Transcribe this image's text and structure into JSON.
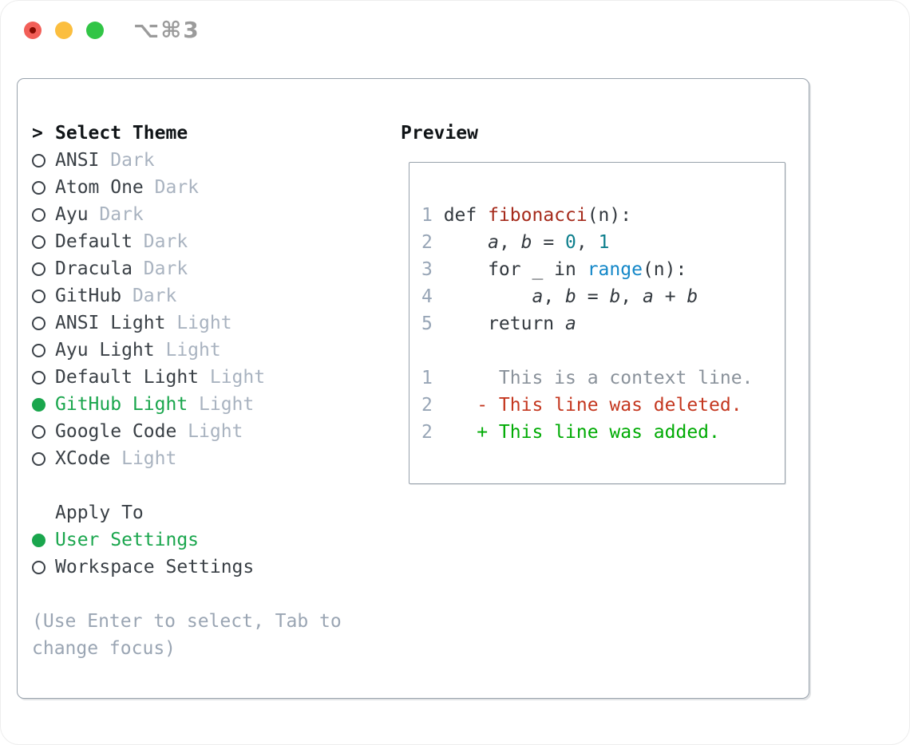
{
  "window": {
    "shortcut": "⌥⌘3",
    "traffic_lights": [
      "close",
      "minimize",
      "zoom"
    ]
  },
  "theme_panel": {
    "title_prefix": ">",
    "title": "Select Theme",
    "items": [
      {
        "name": "ANSI",
        "variant": "Dark",
        "selected": false
      },
      {
        "name": "Atom One",
        "variant": "Dark",
        "selected": false
      },
      {
        "name": "Ayu",
        "variant": "Dark",
        "selected": false
      },
      {
        "name": "Default",
        "variant": "Dark",
        "selected": false
      },
      {
        "name": "Dracula",
        "variant": "Dark",
        "selected": false
      },
      {
        "name": "GitHub",
        "variant": "Dark",
        "selected": false
      },
      {
        "name": "ANSI Light",
        "variant": "Light",
        "selected": false
      },
      {
        "name": "Ayu Light",
        "variant": "Light",
        "selected": false
      },
      {
        "name": "Default Light",
        "variant": "Light",
        "selected": false
      },
      {
        "name": "GitHub Light",
        "variant": "Light",
        "selected": true
      },
      {
        "name": "Google Code",
        "variant": "Light",
        "selected": false
      },
      {
        "name": "XCode",
        "variant": "Light",
        "selected": false
      }
    ]
  },
  "apply_to": {
    "title": "Apply To",
    "options": [
      {
        "label": "User Settings",
        "selected": true
      },
      {
        "label": "Workspace Settings",
        "selected": false
      }
    ]
  },
  "hint": "(Use Enter to select, Tab to change focus)",
  "preview": {
    "title": "Preview",
    "code_lines": [
      {
        "num": "1",
        "segments": [
          {
            "text": "def ",
            "kind": "plain"
          },
          {
            "text": "fibonacci",
            "kind": "function"
          },
          {
            "text": "(n):",
            "kind": "plain"
          }
        ]
      },
      {
        "num": "2",
        "segments": [
          {
            "text": "    ",
            "kind": "plain"
          },
          {
            "text": "a",
            "kind": "variable"
          },
          {
            "text": ", ",
            "kind": "plain"
          },
          {
            "text": "b",
            "kind": "variable"
          },
          {
            "text": " = ",
            "kind": "plain"
          },
          {
            "text": "0",
            "kind": "number"
          },
          {
            "text": ", ",
            "kind": "plain"
          },
          {
            "text": "1",
            "kind": "number"
          }
        ]
      },
      {
        "num": "3",
        "segments": [
          {
            "text": "    for _ in ",
            "kind": "plain"
          },
          {
            "text": "range",
            "kind": "builtin"
          },
          {
            "text": "(n):",
            "kind": "plain"
          }
        ]
      },
      {
        "num": "4",
        "segments": [
          {
            "text": "        ",
            "kind": "plain"
          },
          {
            "text": "a",
            "kind": "variable"
          },
          {
            "text": ", ",
            "kind": "plain"
          },
          {
            "text": "b",
            "kind": "variable"
          },
          {
            "text": " = ",
            "kind": "plain"
          },
          {
            "text": "b",
            "kind": "variable"
          },
          {
            "text": ", ",
            "kind": "plain"
          },
          {
            "text": "a",
            "kind": "variable"
          },
          {
            "text": " + ",
            "kind": "plain"
          },
          {
            "text": "b",
            "kind": "variable"
          }
        ]
      },
      {
        "num": "5",
        "segments": [
          {
            "text": "    return ",
            "kind": "plain"
          },
          {
            "text": "a",
            "kind": "variable"
          }
        ]
      }
    ],
    "diff_lines": [
      {
        "num": "1",
        "kind": "context",
        "text": "     This is a context line."
      },
      {
        "num": "2",
        "kind": "deleted",
        "text": "   - This line was deleted."
      },
      {
        "num": "2",
        "kind": "added",
        "text": "   + This line was added."
      }
    ]
  },
  "colors": {
    "selected_green": "#1aa64d",
    "added_green": "#00ab04",
    "deleted_red": "#c4371f",
    "function_red": "#a52a1b",
    "number_teal": "#0e7f8d",
    "builtin_blue": "#1387c8",
    "context_gray": "#8a929b",
    "code_text": "#33393f",
    "line_number": "#97a5b6",
    "name_text": "#3a4046",
    "variant_gray": "#a9b3c0",
    "hint_gray": "#9aa5b3",
    "title_text": "#101417",
    "panel_border": "#98a2ac",
    "traffic_red": "#f25f58",
    "traffic_red_dot": "#850b01",
    "traffic_yellow": "#fbbe3f",
    "traffic_green": "#31c546",
    "shortcut_gray": "#9b9b9b"
  }
}
